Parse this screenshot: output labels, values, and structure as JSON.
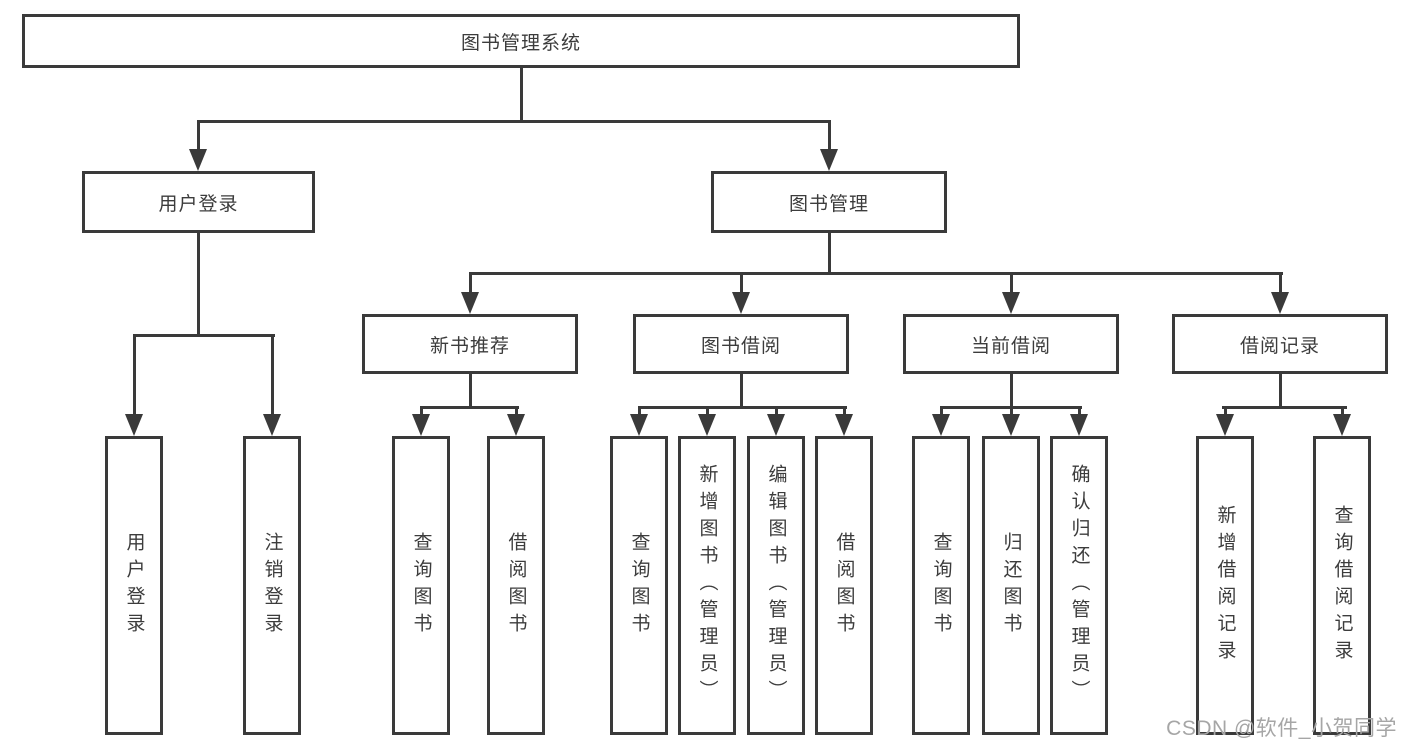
{
  "colors": {
    "line": "#3a3a3a",
    "text": "#3c3c3c",
    "watermark": "#a6a6a6"
  },
  "root": {
    "label": "图书管理系统"
  },
  "branches": [
    {
      "label": "用户登录",
      "children": [
        {
          "label": "用户登录"
        },
        {
          "label": "注销登录"
        }
      ]
    },
    {
      "label": "图书管理",
      "children": [
        {
          "label": "新书推荐",
          "children": [
            {
              "label": "查询图书"
            },
            {
              "label": "借阅图书"
            }
          ]
        },
        {
          "label": "图书借阅",
          "children": [
            {
              "label": "查询图书"
            },
            {
              "label": "新增图书（管理员）"
            },
            {
              "label": "编辑图书（管理员）"
            },
            {
              "label": "借阅图书"
            }
          ]
        },
        {
          "label": "当前借阅",
          "children": [
            {
              "label": "查询图书"
            },
            {
              "label": "归还图书"
            },
            {
              "label": "确认归还（管理员）"
            }
          ]
        },
        {
          "label": "借阅记录",
          "children": [
            {
              "label": "新增借阅记录"
            },
            {
              "label": "查询借阅记录"
            }
          ]
        }
      ]
    }
  ],
  "watermark": {
    "text": "CSDN @软件_小贺同学"
  }
}
